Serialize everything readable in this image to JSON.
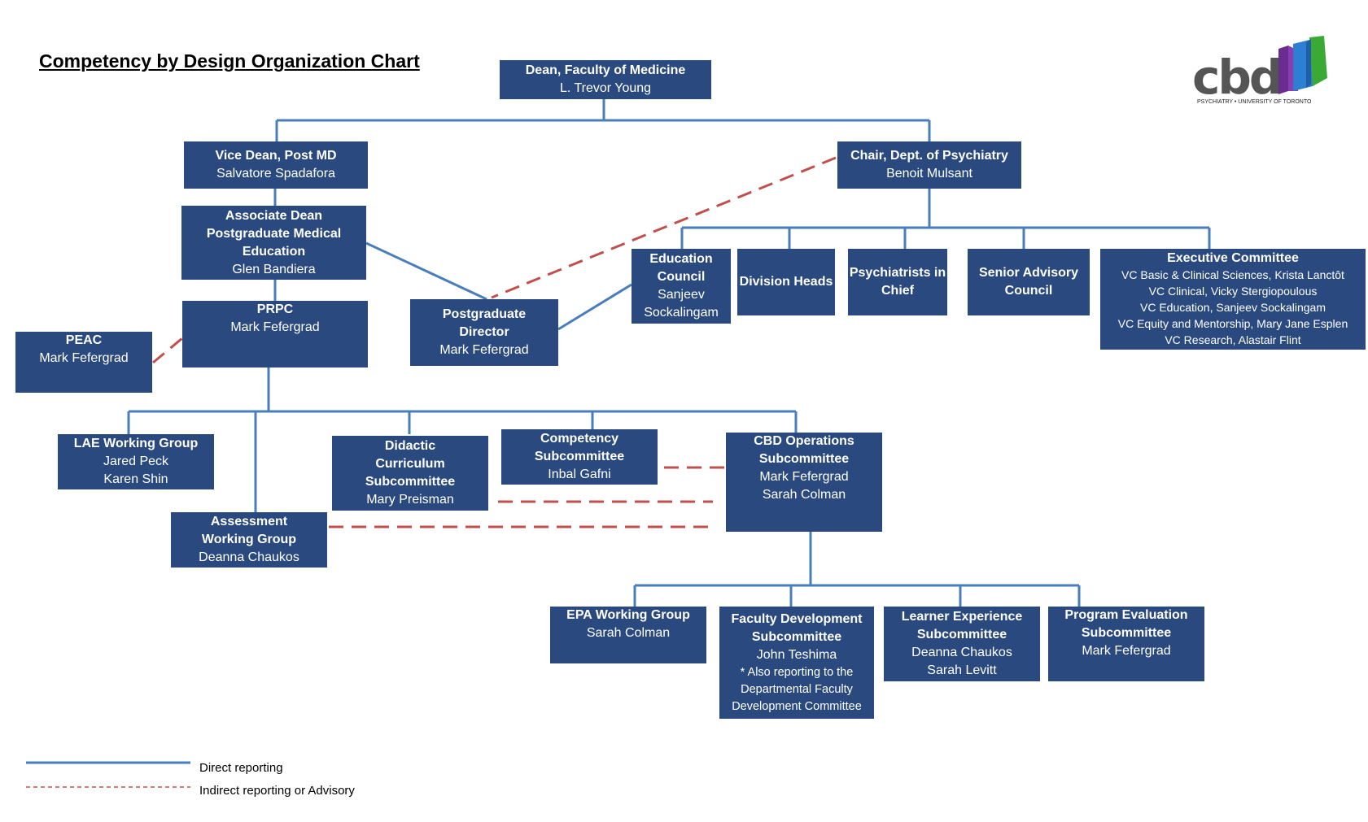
{
  "title": "Competency by Design Organization Chart",
  "logo": {
    "word": "cbd",
    "subtitle": "PSYCHIATRY • UNIVERSITY OF TORONTO",
    "colors": [
      "#6a2c91",
      "#2d7fd3",
      "#3aaa35"
    ]
  },
  "colors": {
    "box": "#2a4a7f",
    "direct_line": "#4a7ebb",
    "indirect_line": "#c0504d"
  },
  "nodes": {
    "dean": {
      "title": "Dean, Faculty of Medicine",
      "name": "L. Trevor Young"
    },
    "vice_dean": {
      "title": "Vice Dean, Post MD",
      "name": "Salvatore Spadafora"
    },
    "chair": {
      "title": "Chair, Dept. of Psychiatry",
      "name": "Benoit Mulsant"
    },
    "assoc_dean": {
      "title_lines": [
        "Associate Dean",
        "Postgraduate Medical",
        "Education"
      ],
      "name": "Glen Bandiera"
    },
    "prpc": {
      "title": "PRPC",
      "name": "Mark Fefergrad"
    },
    "peac": {
      "title": "PEAC",
      "name": "Mark Fefergrad"
    },
    "pg_director": {
      "title_lines": [
        "Postgraduate",
        "Director"
      ],
      "name": "Mark Fefergrad"
    },
    "education_council": {
      "title_lines": [
        "Education",
        "Council"
      ],
      "name_lines": [
        "Sanjeev",
        "Sockalingam"
      ]
    },
    "division_heads": {
      "title": "Division Heads"
    },
    "psych_in_chief": {
      "title_lines": [
        "Psychiatrists in",
        "Chief"
      ]
    },
    "senior_advisory": {
      "title_lines": [
        "Senior Advisory",
        "Council"
      ]
    },
    "exec_committee": {
      "title": "Executive Committee",
      "members": [
        "VC Basic & Clinical Sciences, Krista Lanctôt",
        "VC Clinical, Vicky Stergiopoulous",
        "VC Education, Sanjeev Sockalingam",
        "VC Equity and Mentorship, Mary Jane Esplen",
        "VC Research, Alastair Flint"
      ]
    },
    "lae": {
      "title": "LAE Working Group",
      "name_lines": [
        "Jared Peck",
        "Karen Shin"
      ]
    },
    "didactic": {
      "title_lines": [
        "Didactic",
        "Curriculum",
        "Subcommittee"
      ],
      "name": "Mary Preisman"
    },
    "competency": {
      "title_lines": [
        "Competency",
        "Subcommittee"
      ],
      "name": "Inbal Gafni"
    },
    "cbd_ops": {
      "title_lines": [
        "CBD Operations",
        "Subcommittee"
      ],
      "name_lines": [
        "Mark Fefergrad",
        "Sarah Colman"
      ]
    },
    "assessment": {
      "title_lines": [
        "Assessment",
        "Working Group"
      ],
      "name": "Deanna Chaukos"
    },
    "epa": {
      "title": "EPA Working Group",
      "name": "Sarah Colman"
    },
    "faculty_dev": {
      "title_lines": [
        "Faculty Development",
        "Subcommittee"
      ],
      "name": "John Teshima",
      "note_lines": [
        "* Also reporting to the",
        "Departmental Faculty",
        "Development Committee"
      ]
    },
    "learner_exp": {
      "title_lines": [
        "Learner Experience",
        "Subcommittee"
      ],
      "name_lines": [
        "Deanna Chaukos",
        "Sarah Levitt"
      ]
    },
    "program_eval": {
      "title_lines": [
        "Program Evaluation",
        "Subcommittee"
      ],
      "name": "Mark Fefergrad"
    }
  },
  "legend": {
    "direct": "Direct reporting",
    "indirect": "Indirect reporting or Advisory"
  }
}
